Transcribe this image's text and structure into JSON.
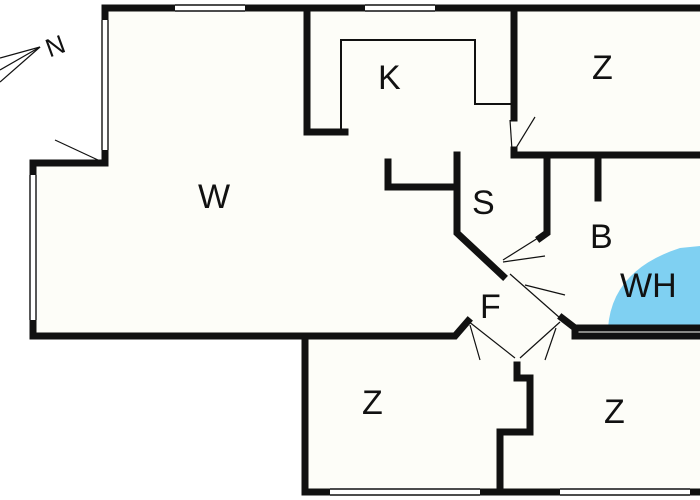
{
  "compass": {
    "label": "N"
  },
  "rooms": [
    {
      "id": "living",
      "label": "W"
    },
    {
      "id": "kitchen",
      "label": "K"
    },
    {
      "id": "room_top_right",
      "label": "Z"
    },
    {
      "id": "storage",
      "label": "S"
    },
    {
      "id": "bathroom",
      "label": "B"
    },
    {
      "id": "whirlpool",
      "label": "WH"
    },
    {
      "id": "hall",
      "label": "F"
    },
    {
      "id": "room_bottom_left",
      "label": "Z"
    },
    {
      "id": "room_bottom_right",
      "label": "Z"
    }
  ],
  "colors": {
    "wall": "#111111",
    "whirlpool": "#7fd0f2",
    "floor": "#fdfdf8"
  }
}
